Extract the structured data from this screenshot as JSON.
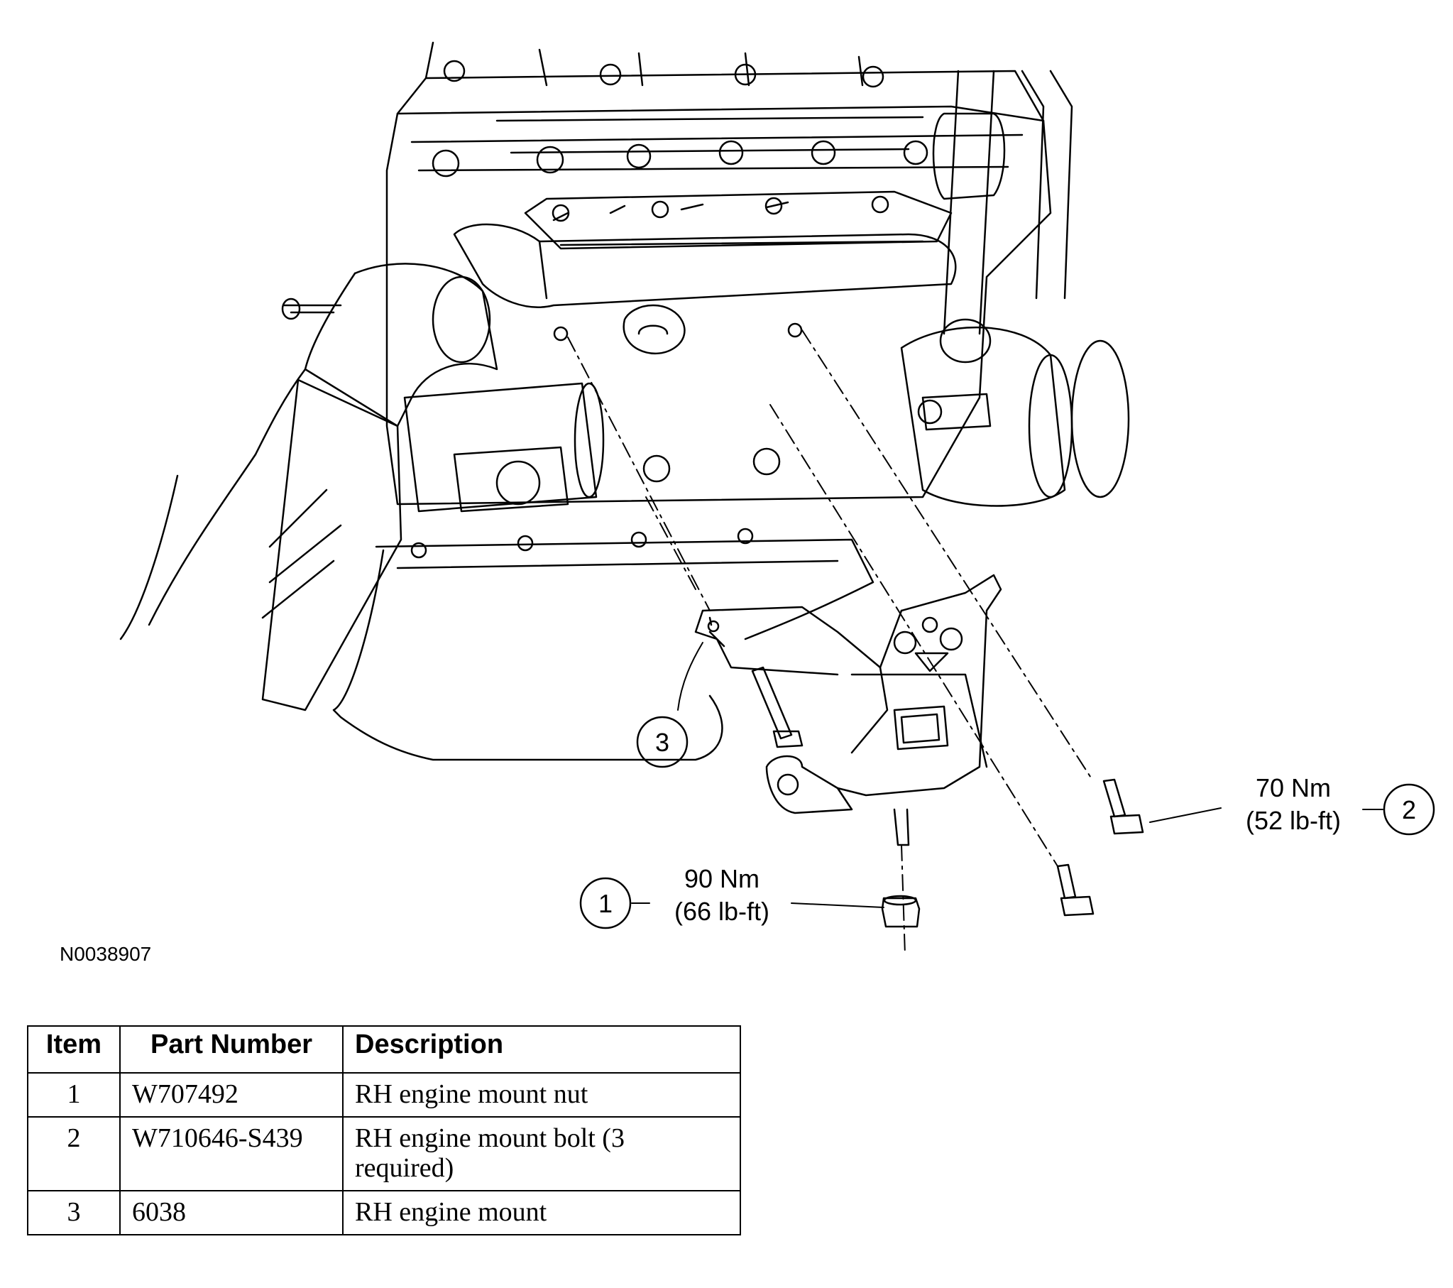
{
  "figure": {
    "code": "N0038907",
    "callouts": [
      {
        "number": "1",
        "torque_nm": "90 Nm",
        "torque_lbft": "(66 lb-ft)"
      },
      {
        "number": "2",
        "torque_nm": "70 Nm",
        "torque_lbft": "(52 lb-ft)"
      },
      {
        "number": "3"
      }
    ]
  },
  "table": {
    "headers": {
      "item": "Item",
      "part_number": "Part Number",
      "description": "Description"
    },
    "rows": [
      {
        "item": "1",
        "part_number": "W707492",
        "description": "RH engine mount nut"
      },
      {
        "item": "2",
        "part_number": "W710646-S439",
        "description": "RH engine mount bolt (3 required)"
      },
      {
        "item": "3",
        "part_number": "6038",
        "description": "RH engine mount"
      }
    ]
  }
}
